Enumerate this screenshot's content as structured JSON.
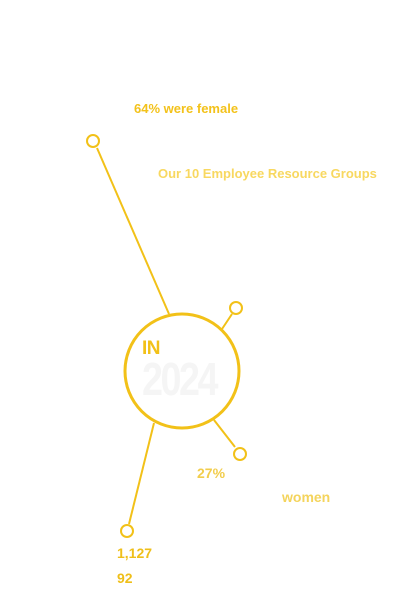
{
  "labels": {
    "female": "64% were female",
    "erg": "Our 10 Employee Resource Groups",
    "pct_women": "27%",
    "women": "women",
    "count": "1,127",
    "ninety_two": "92"
  },
  "center": {
    "prefix": "IN",
    "year": "2024"
  },
  "colors": {
    "accent": "#f2c118",
    "year_text": "#f5f5f5",
    "background": "#ffffff"
  }
}
